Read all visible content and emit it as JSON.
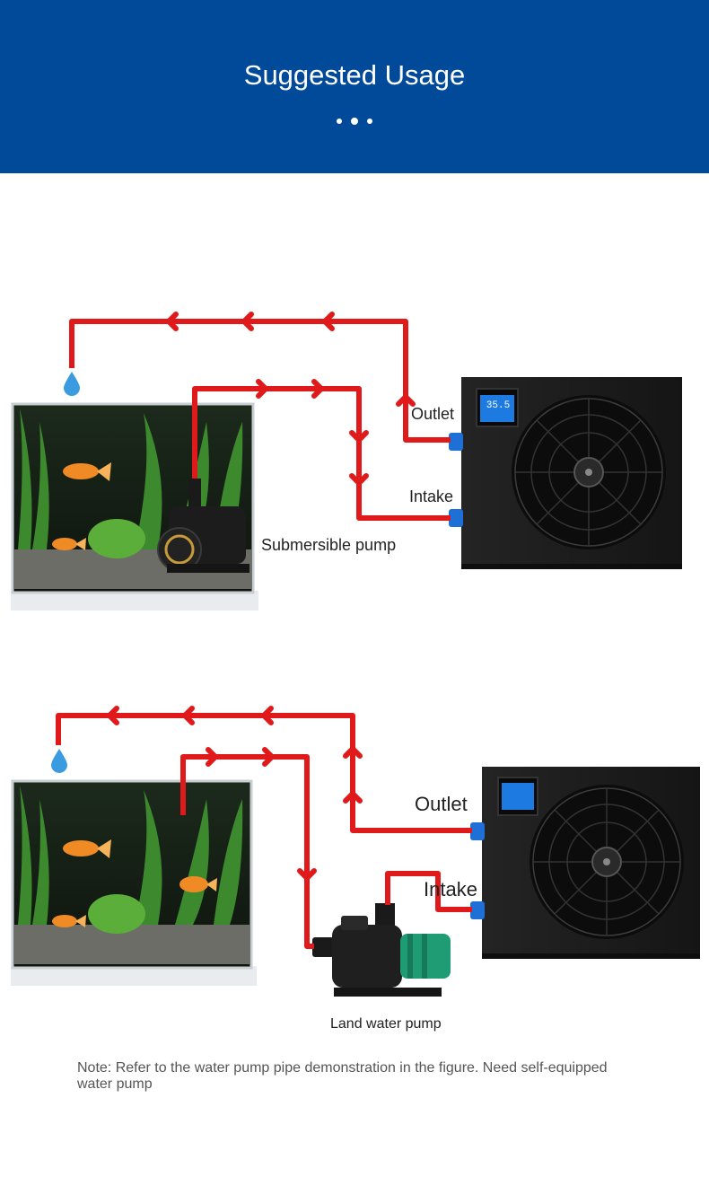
{
  "header": {
    "title": "Suggested Usage"
  },
  "diagram1": {
    "outlet_label": "Outlet",
    "intake_label": "Intake",
    "pump_label": "Submersible pump",
    "display_reading": "35.5"
  },
  "diagram2": {
    "outlet_label": "Outlet",
    "intake_label": "Intake",
    "pump_label": "Land water pump"
  },
  "note": "Note: Refer to the water pump pipe demonstration in the figure. Need self-equipped water pump",
  "colors": {
    "header_bg": "#004a99",
    "pipe": "#e01a1a",
    "unit_body": "#1b1b1b",
    "fitting": "#1e6fd6",
    "droplet": "#3a9be0"
  },
  "icons": [
    "water-droplet-icon",
    "flow-arrow-icon",
    "fan-icon"
  ]
}
